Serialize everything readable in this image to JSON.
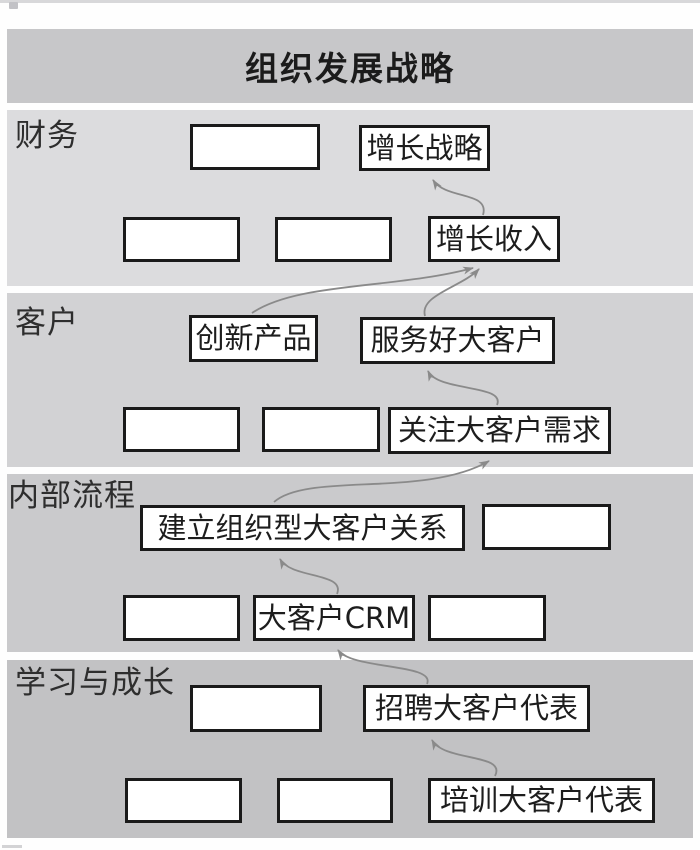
{
  "page": {
    "title": "组织发展战略"
  },
  "bands": [
    {
      "id": "finance",
      "label": "财务"
    },
    {
      "id": "customer",
      "label": "客户"
    },
    {
      "id": "internal",
      "label": "内部流程"
    },
    {
      "id": "learning",
      "label": "学习与成长"
    }
  ],
  "boxes": {
    "finance_empty_1": "",
    "growth_strategy": "增长战略",
    "finance_empty_2": "",
    "finance_empty_3": "",
    "grow_revenue": "增长收入",
    "innovate_products": "创新产品",
    "serve_key_accounts": "服务好大客户",
    "customer_empty_1": "",
    "customer_empty_2": "",
    "focus_key_account_needs": "关注大客户需求",
    "build_org_key_account_relations": "建立组织型大客户关系",
    "internal_empty_1": "",
    "internal_empty_2": "",
    "key_account_crm": "大客户CRM",
    "internal_empty_3": "",
    "learning_empty_1": "",
    "recruit_key_account_reps": "招聘大客户代表",
    "learning_empty_2": "",
    "learning_empty_3": "",
    "train_key_account_reps": "培训大客户代表"
  },
  "connections": [
    {
      "from": "培训大客户代表",
      "to": "招聘大客户代表"
    },
    {
      "from": "招聘大客户代表",
      "to": "大客户CRM"
    },
    {
      "from": "大客户CRM",
      "to": "建立组织型大客户关系"
    },
    {
      "from": "建立组织型大客户关系",
      "to": "关注大客户需求"
    },
    {
      "from": "关注大客户需求",
      "to": "服务好大客户"
    },
    {
      "from": "服务好大客户",
      "to": "增长收入"
    },
    {
      "from": "创新产品",
      "to": "增长收入"
    },
    {
      "from": "增长收入",
      "to": "增长战略"
    }
  ],
  "colors": {
    "band_header": "#c7c7c9",
    "band_finance": "#dcdcde",
    "band_customer": "#d2d2d4",
    "band_internal": "#cacacc",
    "band_learning": "#c2c2c4",
    "box_border": "#1a1a1a",
    "box_fill": "#ffffff",
    "arrow": "#8a8a8a",
    "text": "#1d1d1d"
  }
}
